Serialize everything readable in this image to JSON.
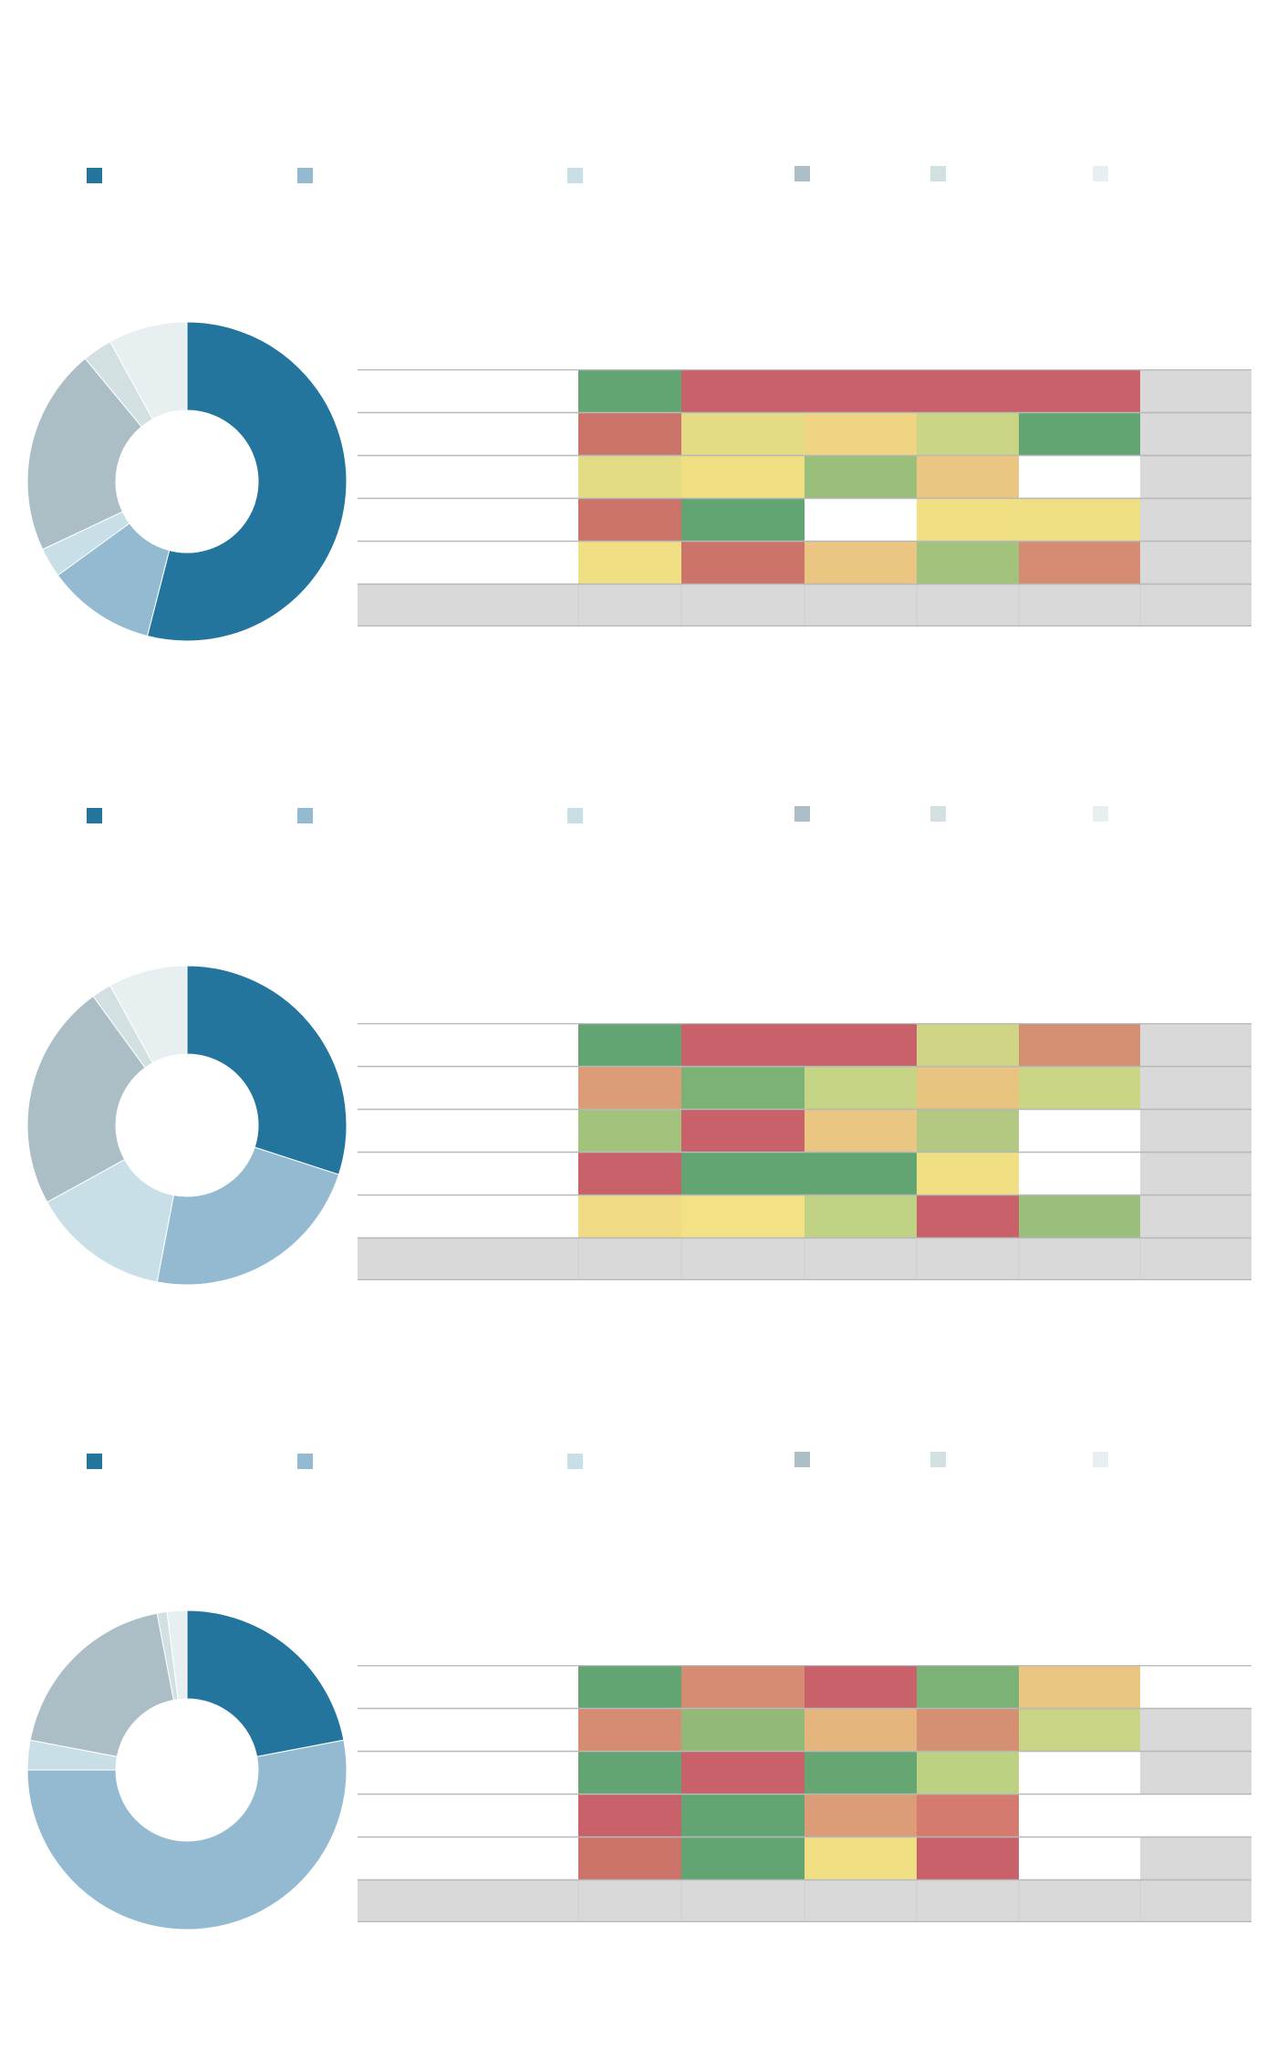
{
  "colors": {
    "segments": [
      "#23759e",
      "#93bad0",
      "#c9dfe8",
      "#acbec5",
      "#d3e0e2",
      "#e8eff0"
    ],
    "grid_line": "#b8b8b8",
    "total_fill": "#d9d9d9"
  },
  "chart_data": [
    {
      "type": "pie",
      "values": [
        54,
        11,
        3,
        21,
        3,
        8
      ]
    },
    {
      "type": "heatmap",
      "rows": 5,
      "columns": 6,
      "has_total_row": true,
      "has_total_column": true,
      "cell_colors": [
        [
          "#62a573",
          "#c9616a",
          "#c9616a",
          "#c9616a",
          "#c9616a",
          "#d9d9d9"
        ],
        [
          "#cc736a",
          "#e4dc84",
          "#efd583",
          "#c9d485",
          "#62a573",
          "#d9d9d9"
        ],
        [
          "#e4dc84",
          "#f1e083",
          "#9abf7b",
          "#ebc683",
          "#ffffff",
          "#d9d9d9"
        ],
        [
          "#cc736a",
          "#62a573",
          "#ffffff",
          "#f1e083",
          "#efe083",
          "#d9d9d9"
        ],
        [
          "#f1e083",
          "#cc736a",
          "#ebc683",
          "#a3c27c",
          "#d58c72",
          "#d9d9d9"
        ]
      ]
    },
    {
      "type": "pie",
      "values": [
        30,
        23,
        14,
        23,
        2,
        8
      ]
    },
    {
      "type": "heatmap",
      "rows": 5,
      "columns": 6,
      "has_total_row": true,
      "has_total_column": true,
      "cell_colors": [
        [
          "#62a573",
          "#c9616a",
          "#c9616a",
          "#cfd584",
          "#d58f73",
          "#d9d9d9"
        ],
        [
          "#dc9c77",
          "#7db277",
          "#c5d485",
          "#e9c380",
          "#cbd685",
          "#d9d9d9"
        ],
        [
          "#a3c27c",
          "#c9616a",
          "#ebc683",
          "#b3c881",
          "#ffffff",
          "#d9d9d9"
        ],
        [
          "#c9616a",
          "#62a573",
          "#62a573",
          "#f1e083",
          "#ffffff",
          "#d9d9d9"
        ],
        [
          "#f0da83",
          "#f2e185",
          "#c0d384",
          "#c9616a",
          "#9abf7b",
          "#d9d9d9"
        ]
      ]
    },
    {
      "type": "pie",
      "values": [
        22,
        53,
        3,
        19,
        1,
        2
      ]
    },
    {
      "type": "heatmap",
      "rows": 5,
      "columns": 6,
      "has_total_row": true,
      "has_total_column": true,
      "cell_colors": [
        [
          "#62a573",
          "#d58c72",
          "#c9616a",
          "#7db277",
          "#ebc683",
          "#ffffff"
        ],
        [
          "#d58c72",
          "#93b978",
          "#e4b57c",
          "#d58f73",
          "#c9d485",
          "#d9d9d9"
        ],
        [
          "#62a573",
          "#c9616a",
          "#66a673",
          "#bcd282",
          "#ffffff",
          "#d9d9d9"
        ],
        [
          "#c9616a",
          "#62a573",
          "#dc9c77",
          "#d47a6e",
          "#ffffff",
          "#ffffff"
        ],
        [
          "#cc736a",
          "#62a573",
          "#f1e083",
          "#c9616a",
          "#ffffff",
          "#d9d9d9"
        ]
      ]
    }
  ]
}
